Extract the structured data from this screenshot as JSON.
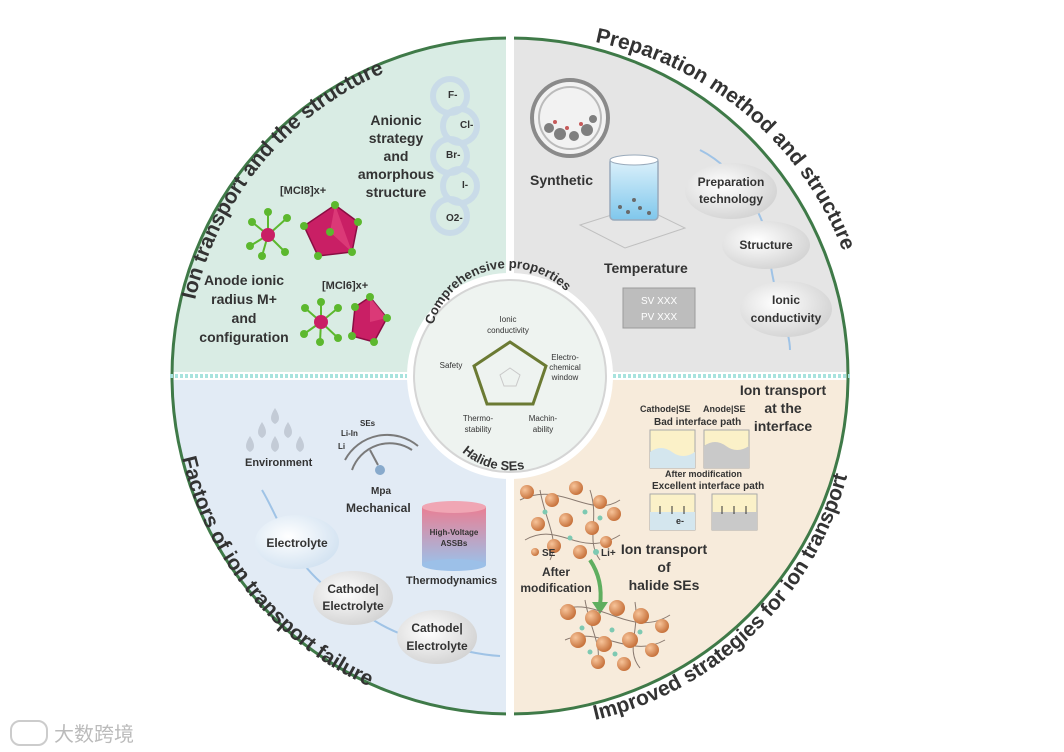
{
  "quadrants": {
    "top_left": {
      "arc_title": "Ion transport and the structure",
      "anionic": [
        "Anionic",
        "strategy",
        "and",
        "amorphous",
        "structure"
      ],
      "ions": [
        "F-",
        "Cl-",
        "Br-",
        "I-",
        "O2-"
      ],
      "mcl8": "[MCl8]x+",
      "mcl6": "[MCl6]x+",
      "anode": [
        "Anode ionic",
        "radius M+",
        "and",
        "configuration"
      ]
    },
    "top_right": {
      "arc_title": "Preparation method and structure",
      "synthetic": "Synthetic",
      "temperature": "Temperature",
      "sv": "SV XXX",
      "pv": "PV XXX",
      "prep_tech": [
        "Preparation",
        "technology"
      ],
      "structure": "Structure",
      "ionic_cond": [
        "Ionic",
        "conductivity"
      ]
    },
    "bottom_left": {
      "arc_title": "Factors of ion transport failure",
      "environment": "Environment",
      "gauge": [
        "SEs",
        "Li-In",
        "Li"
      ],
      "mpa": "Mpa",
      "mechanical": "Mechanical",
      "electrolyte": "Electrolyte",
      "cathode1": [
        "Cathode|",
        "Electrolyte"
      ],
      "cathode2": [
        "Cathode|",
        "Electrolyte"
      ],
      "hv": [
        "High-Voltage",
        "ASSBs"
      ],
      "thermo": "Thermodynamics"
    },
    "bottom_right": {
      "arc_title": "Improved strategies for ion transport",
      "interface_title": [
        "Ion transport",
        "at the",
        "interface"
      ],
      "cathode_se": "Cathode|SE",
      "anode_se": "Anode|SE",
      "bad_path": "Bad interface path",
      "after_mod_small": "After modification",
      "excellent_path": "Excellent interface path",
      "e_label": "e-",
      "se": "SE",
      "li": "Li+",
      "after_mod": [
        "After",
        "modification"
      ],
      "halide_title": [
        "Ion transport",
        "of",
        "halide SEs"
      ]
    }
  },
  "center": {
    "top_title": "Comprehensive properties",
    "bottom_title": "Halide  SEs",
    "ionic": [
      "Ionic",
      "conductivity"
    ],
    "electro": [
      "Electro-",
      "chemical",
      "window"
    ],
    "machin": [
      "Machin-",
      "ability"
    ],
    "thermo": [
      "Thermo-",
      "stability"
    ],
    "safety": "Safety"
  },
  "watermark": "大数跨境",
  "colors": {
    "q_tl": "#d9ece4",
    "q_tr": "#e5e5e5",
    "q_bl": "#e2ebf5",
    "q_br": "#f7ebdb",
    "ring": "#3f7a48",
    "pentagon": "#6b7a33",
    "ball": "#e0955e",
    "crystal": "#c91f65",
    "atom_green": "#5cb82e"
  }
}
